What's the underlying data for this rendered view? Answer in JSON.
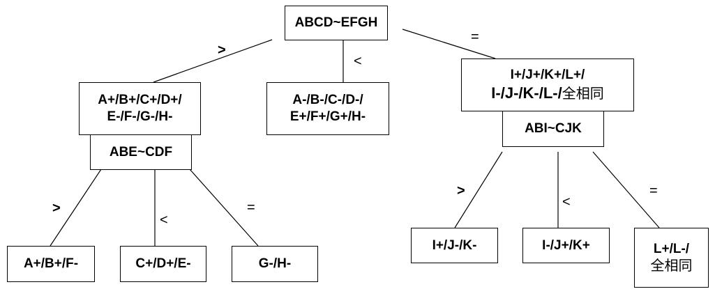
{
  "nodes": {
    "root": "ABCD~EFGH",
    "left_top": [
      "A+/B+/C+/D+/",
      "E-/F-/G-/H-"
    ],
    "left_bottom": "ABE~CDF",
    "middle": [
      "A-/B-/C-/D-/",
      "E+/F+/G+/H-"
    ],
    "right_top": {
      "line1": "I+/J+/K+/L+/",
      "line2": "I-/J-/K-/L-/",
      "line2_suffix": "全相同"
    },
    "right_bottom": "ABI~CJK",
    "leaf_ll": "A+/B+/F-",
    "leaf_lm": "C+/D+/E-",
    "leaf_lr": "G-/H-",
    "leaf_rl": "I+/J-/K-",
    "leaf_rm": "I-/J+/K+",
    "leaf_rr": [
      "L+/L-/",
      "全相同"
    ]
  },
  "edge_labels": {
    "greater": ">",
    "less": "<",
    "equal": "="
  }
}
